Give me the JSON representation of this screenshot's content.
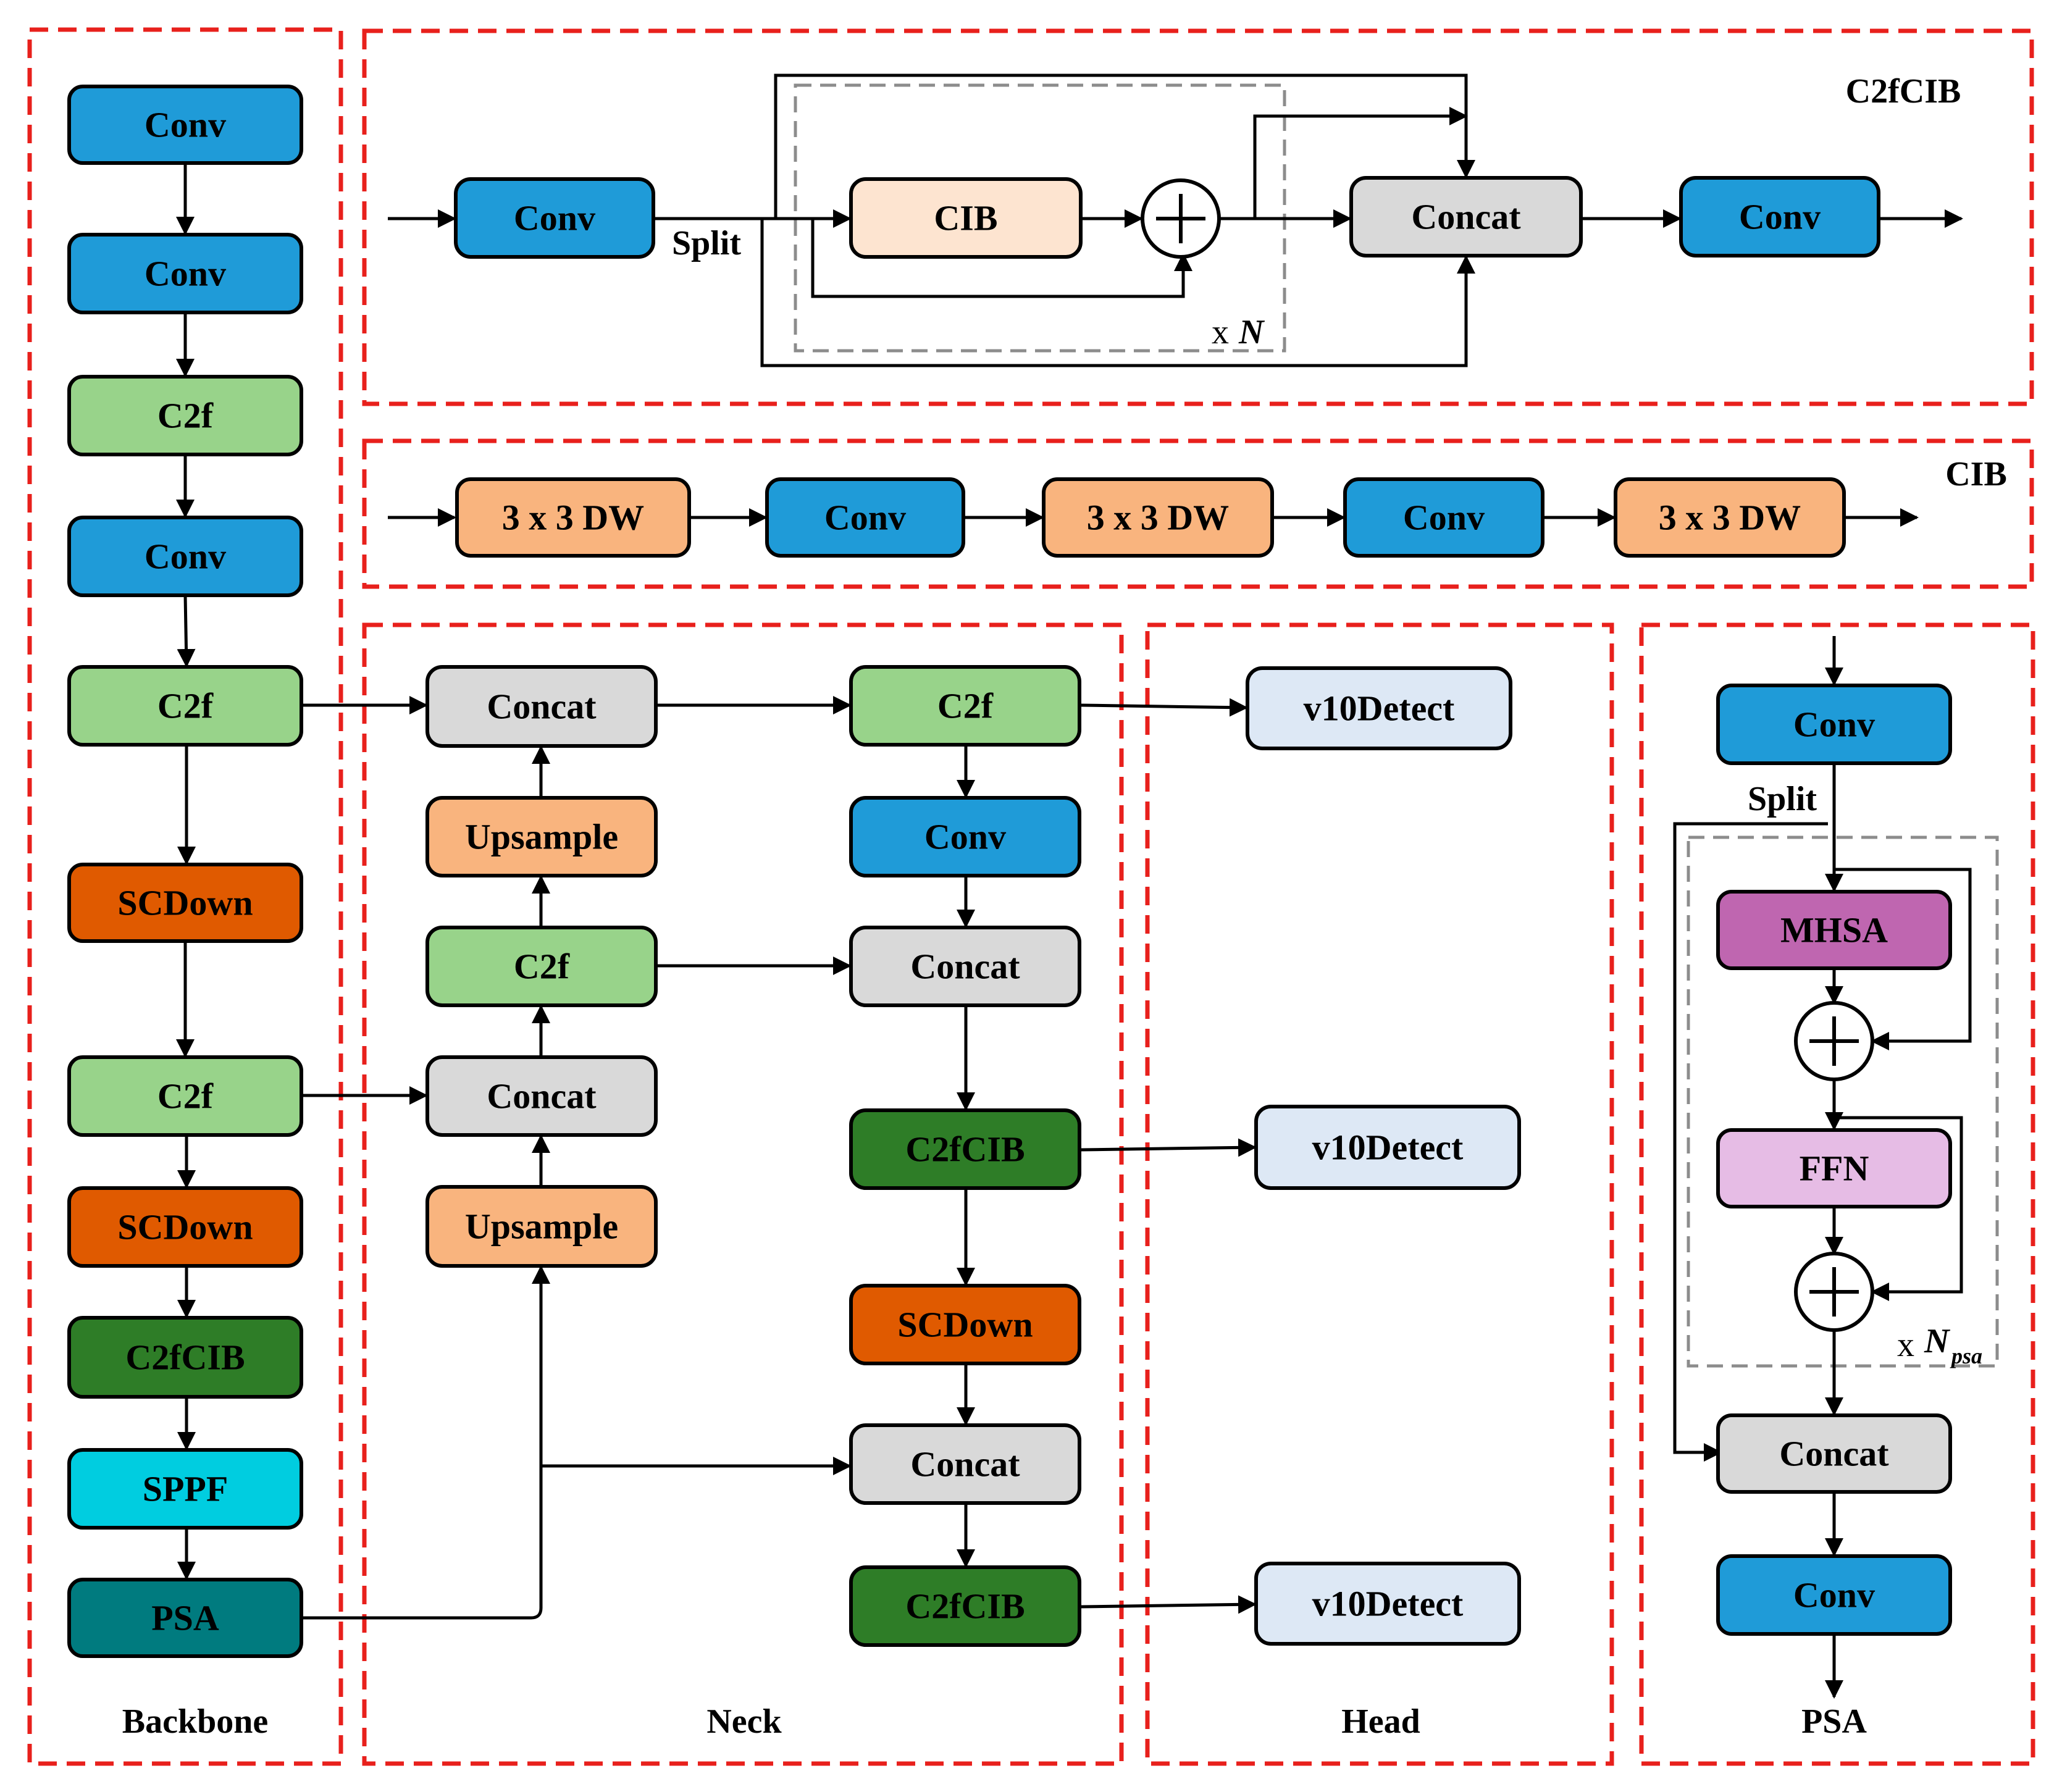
{
  "colors": {
    "conv": "#1f9bd8",
    "c2f": "#98d38a",
    "scdown": "#e05a00",
    "c2fcib": "#2e7d27",
    "sppf": "#00cde0",
    "psa": "#007b7f",
    "concat": "#d9d9d9",
    "upsample": "#f9b47e",
    "detect": "#dde8f5",
    "cib": "#fde4d0",
    "mhsa": "#bf66b0",
    "ffn": "#e6bce5",
    "region": "#e8201c",
    "inner_box": "#8c8c8c"
  },
  "captions": {
    "backbone": "Backbone",
    "neck": "Neck",
    "head": "Head",
    "psa": "PSA",
    "c2fcib": "C2fCIB",
    "cib": "CIB"
  },
  "labels": {
    "split": "Split",
    "times": "x",
    "n": "N",
    "npsa_n": "N",
    "npsa_sub": "psa"
  },
  "backbone": [
    "Conv",
    "Conv",
    "C2f",
    "Conv",
    "C2f",
    "SCDown",
    "C2f",
    "SCDown",
    "C2fCIB",
    "SPPF",
    "PSA"
  ],
  "neck": {
    "left": [
      "Concat",
      "Upsample",
      "C2f",
      "Concat",
      "Upsample"
    ],
    "right": [
      "C2f",
      "Conv",
      "Concat",
      "C2fCIB",
      "SCDown",
      "Concat",
      "C2fCIB"
    ]
  },
  "head": [
    "v10Detect",
    "v10Detect",
    "v10Detect"
  ],
  "c2fcib_block": [
    "Conv",
    "CIB",
    "Concat",
    "Conv"
  ],
  "cib_block": [
    "3 x 3 DW",
    "Conv",
    "3 x 3 DW",
    "Conv",
    "3 x 3 DW"
  ],
  "psa_block": [
    "Conv",
    "MHSA",
    "FFN",
    "Concat",
    "Conv"
  ]
}
